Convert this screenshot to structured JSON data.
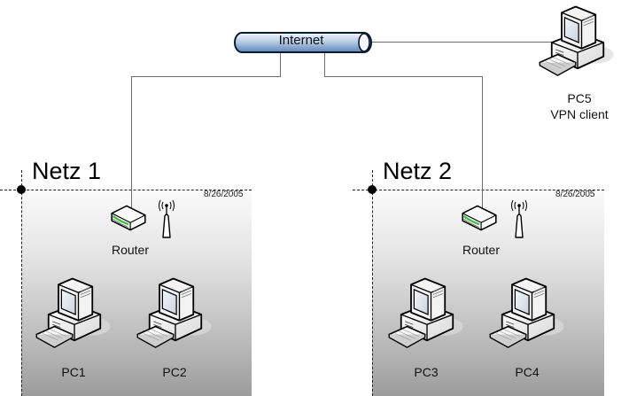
{
  "internet": {
    "label": "Internet"
  },
  "networks": [
    {
      "title": "Netz 1",
      "date": "8/26/2005",
      "router_label": "Router",
      "pcs": [
        "PC1",
        "PC2"
      ]
    },
    {
      "title": "Netz 2",
      "date": "8/26/2005",
      "router_label": "Router",
      "pcs": [
        "PC3",
        "PC4"
      ]
    }
  ],
  "vpn_client": {
    "name": "PC5",
    "role": "VPN client"
  },
  "colors": {
    "pipe_top": "#e8f0fa",
    "pipe_bottom": "#5d86b8",
    "router_led": "#3fbf3f",
    "wire": "#6b6b6b"
  }
}
